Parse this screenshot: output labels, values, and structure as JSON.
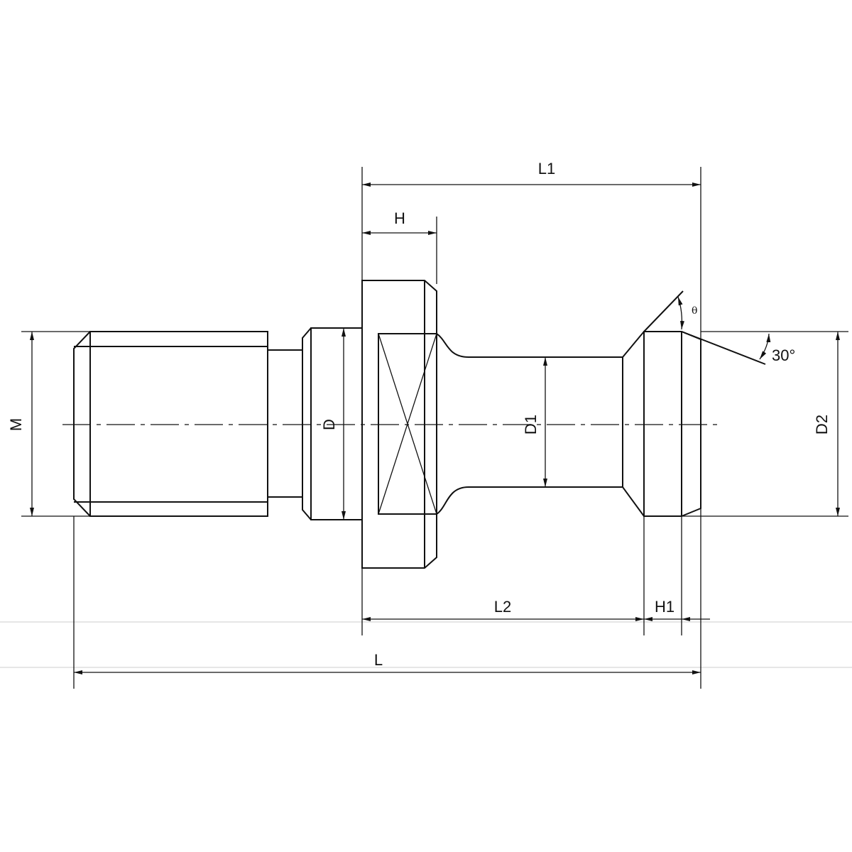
{
  "title": "Pull stud dimension drawing",
  "labels": {
    "L1": "L1",
    "H": "H",
    "M": "M",
    "D": "D",
    "D1": "D1",
    "D2": "D2",
    "L2": "L2",
    "H1": "H1",
    "L": "L",
    "angle": "30°",
    "theta": "θ"
  }
}
